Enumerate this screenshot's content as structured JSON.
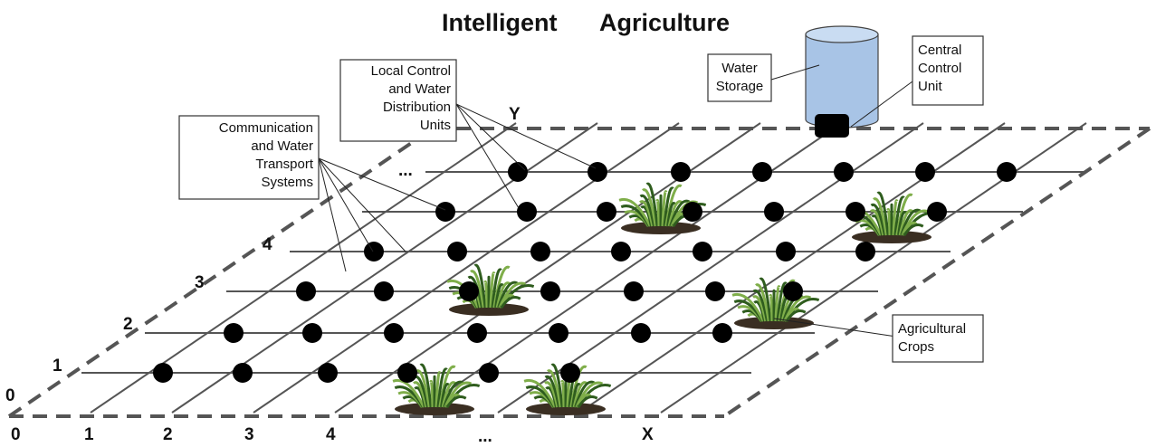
{
  "title_part1": "Intelligent",
  "title_part2": "Agriculture",
  "labels": {
    "water_storage": [
      "Water",
      "Storage"
    ],
    "central_control": [
      "Central",
      "Control",
      "Unit"
    ],
    "local_control": [
      "Local Control",
      "and Water",
      "Distribution",
      "Units"
    ],
    "communication": [
      "Communication",
      "and Water",
      "Transport",
      "Systems"
    ],
    "crops": [
      "Agricultural",
      "Crops"
    ]
  },
  "x_axis": {
    "ticks": [
      "0",
      "1",
      "2",
      "3",
      "4",
      "..."
    ],
    "label": "X"
  },
  "y_axis": {
    "ticks": [
      "0",
      "1",
      "2",
      "3",
      "4",
      "..."
    ],
    "label": "Y"
  },
  "colors": {
    "grid": "#555555",
    "node": "#000000",
    "tank_body": "#a8c4e6",
    "tank_top": "#c9dcf2",
    "plant_dark": "#2f5d1e",
    "plant_light": "#7fae4a"
  }
}
